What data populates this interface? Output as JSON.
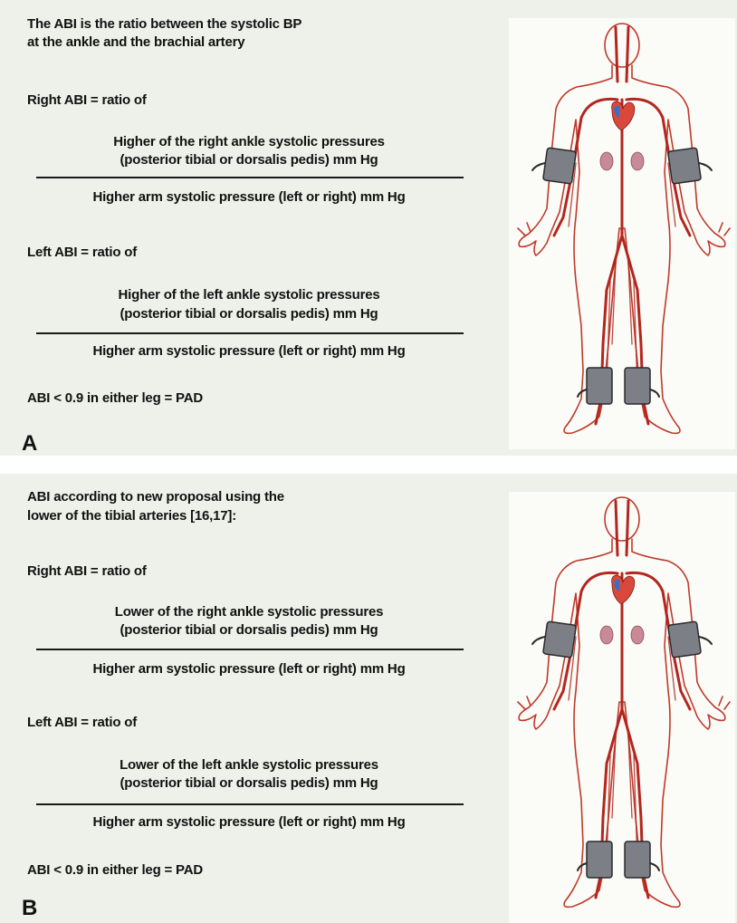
{
  "panel_a": {
    "intro": [
      "The ABI is the ratio between the systolic BP",
      "at the ankle and the brachial artery"
    ],
    "right_label": "Right ABI = ratio of",
    "right_num": [
      "Higher of the right ankle systolic pressures",
      "(posterior tibial or dorsalis pedis) mm Hg"
    ],
    "right_den": "Higher arm systolic pressure (left or right) mm Hg",
    "left_label": "Left ABI = ratio of",
    "left_num": [
      "Higher of the left ankle systolic pressures",
      "(posterior tibial or dorsalis pedis) mm Hg"
    ],
    "left_den": "Higher arm systolic pressure (left or right) mm Hg",
    "criterion": "ABI < 0.9 in either leg = PAD",
    "letter": "A"
  },
  "panel_b": {
    "intro": [
      "ABI according to new proposal using the",
      "lower of the tibial arteries [16,17]:"
    ],
    "right_label": "Right ABI = ratio of",
    "right_num": [
      "Lower of the right ankle systolic pressures",
      "(posterior tibial or dorsalis pedis) mm Hg"
    ],
    "right_den": "Higher arm systolic pressure (left or right) mm Hg",
    "left_label": "Left ABI = ratio of",
    "left_num": [
      "Lower of the left ankle systolic pressures",
      "(posterior tibial or dorsalis pedis) mm Hg"
    ],
    "left_den": "Higher arm systolic pressure (left or right) mm Hg",
    "criterion": "ABI < 0.9 in either leg = PAD",
    "letter": "B"
  },
  "colors": {
    "panel_bg": "#eef1e9",
    "figure_bg": "#fbfcf8",
    "body_outline": "#c0392b",
    "artery": "#b3261e",
    "cuff": "#7c7f86",
    "heart_red": "#d9483b",
    "heart_blue": "#3a6fc4",
    "kidney": "#c98a97"
  },
  "icons": [
    "human-body-arterial-diagram",
    "blood-pressure-cuff-icon",
    "heart-icon",
    "kidney-icon"
  ]
}
